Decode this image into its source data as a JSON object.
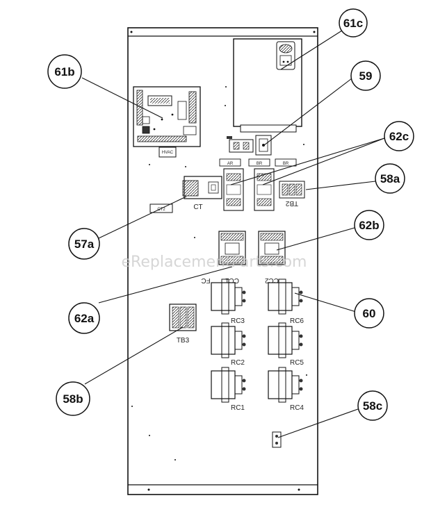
{
  "callouts": {
    "c61c": "61c",
    "c61b": "61b",
    "c59": "59",
    "c62c": "62c",
    "c58a": "58a",
    "c57a": "57a",
    "c62b": "62b",
    "c62a": "62a",
    "c60": "60",
    "c58b": "58b",
    "c58c": "58c"
  },
  "labels": {
    "ct": "CT",
    "ct2": "CT2",
    "tb2": "TB2",
    "cc1": "CC1",
    "cc2": "CC2",
    "rc3": "RC3",
    "rc6": "RC6",
    "rc2": "RC2",
    "rc5": "RC5",
    "rc1": "RC1",
    "rc4": "RC4",
    "tb3": "TB3",
    "pcb_tag": "HVAC",
    "relay_a": "AR",
    "relay_b": "BR",
    "relay_c": "BR",
    "fc_mark": "FC"
  },
  "watermark": "eReplacementParts.com",
  "colors": {
    "line": "#111111",
    "panel_fill": "#ffffff",
    "shade": "#555555"
  }
}
